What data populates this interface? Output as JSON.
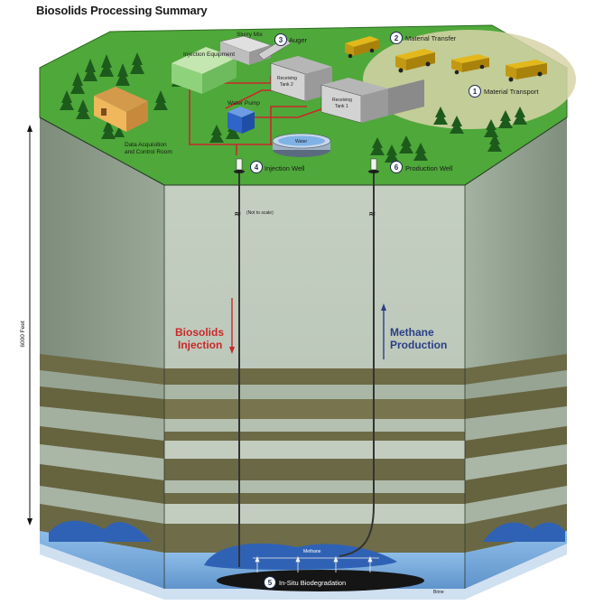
{
  "title": "Biosolids Processing Summary",
  "labels": {
    "injection_equipment": "Injection Equipment",
    "slurry_mix": "Slurry Mix",
    "auger": "Auger",
    "material_transfer": "Material Transfer",
    "material_transport": "Material Transport",
    "receiving_tank_2_a": "Receiving",
    "receiving_tank_2_b": "Tank 2",
    "receiving_tank_1_a": "Receiving",
    "receiving_tank_1_b": "Tank 1",
    "water_pump": "Water Pump",
    "water": "Water",
    "data_acq_1": "Data Acquisition",
    "data_acq_2": "and Control Room",
    "injection_well": "Injection Well",
    "production_well": "Production Well",
    "not_to_scale": "(Not to scale)",
    "biosolids_1": "Biosolids",
    "biosolids_2": "Injection",
    "methane_1": "Methane",
    "methane_2": "Production",
    "depth": "6000 Feet",
    "methane_small": "Methane",
    "in_situ": "In-Situ Biodegradation",
    "brine": "Brine"
  },
  "steps": {
    "one": "1",
    "two": "2",
    "three": "3",
    "four": "4",
    "five": "5",
    "six": "6"
  },
  "colors": {
    "ground_green": "#4fa83a",
    "rock_light": "#b9c6b7",
    "rock_mid": "#8f9e8b",
    "band_brown": "#6d6a46",
    "brine_blue": "#6ea0d4",
    "injection_red": "#c9282a",
    "production_blue": "#2b3f86"
  }
}
